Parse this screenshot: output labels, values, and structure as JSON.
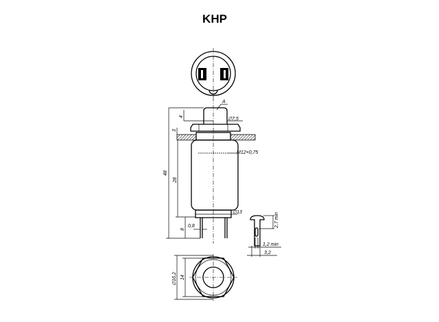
{
  "title": "KHP",
  "dimensions": {
    "label_a": "A",
    "button_height": "4",
    "button_diameter": "∅7,5",
    "nut_thickness": "3",
    "overall_length": "48",
    "body_length": "28",
    "thread": "M12×0,75",
    "body_diameter": "∅13",
    "pin_length": "8",
    "pin_width": "0,8",
    "terminal_height": "2,7 min",
    "terminal_hole": "1,2 min",
    "terminal_width": "3,2",
    "nut_across_corners": "∅16,2",
    "nut_across_flats": "14"
  }
}
